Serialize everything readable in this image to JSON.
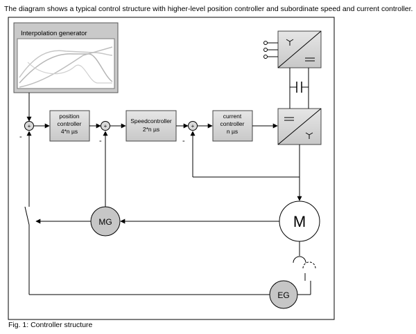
{
  "caption": "The diagram shows a typical control structure with higher-level position controller and subordinate speed and current controller.",
  "figure_caption": "Fig. 1: Controller structure",
  "blocks": {
    "interpolation": {
      "label": "Interpolation generator"
    },
    "position": {
      "line1": "position",
      "line2": "controller",
      "line3": "4*n µs"
    },
    "speed": {
      "line1": "Speedcontroller",
      "line2": "2*n µs"
    },
    "current": {
      "line1": "current",
      "line2": "controller",
      "line3": "n µs"
    },
    "mg": {
      "label": "MG"
    },
    "motor": {
      "label": "M"
    },
    "eg": {
      "label": "EG"
    }
  },
  "summing": {
    "plus": "+",
    "minus": "-"
  }
}
